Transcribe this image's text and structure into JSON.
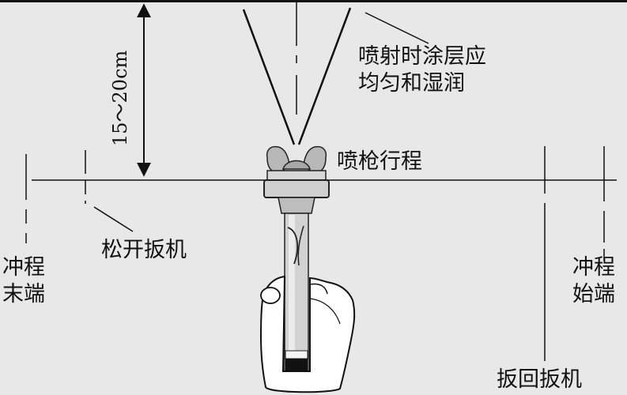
{
  "labels": {
    "spray_note": "喷射时涂层应\n均匀和湿润",
    "gun_travel": "喷枪行程",
    "release_trigger": "松开扳机",
    "stroke_end": "冲程\n末端",
    "stroke_start": "冲程\n始端",
    "pull_trigger": "扳回扳机",
    "distance": "15～20cm"
  },
  "colors": {
    "background": "#e8e8e8",
    "line": "#111111",
    "gun_body": "#d2d2d2",
    "nozzle": "#b8b8b8",
    "hand_fill": "#ffffff"
  },
  "icons": [
    "spray-gun-icon",
    "hand-icon",
    "spray-cone-icon",
    "dimension-arrow-icon"
  ]
}
